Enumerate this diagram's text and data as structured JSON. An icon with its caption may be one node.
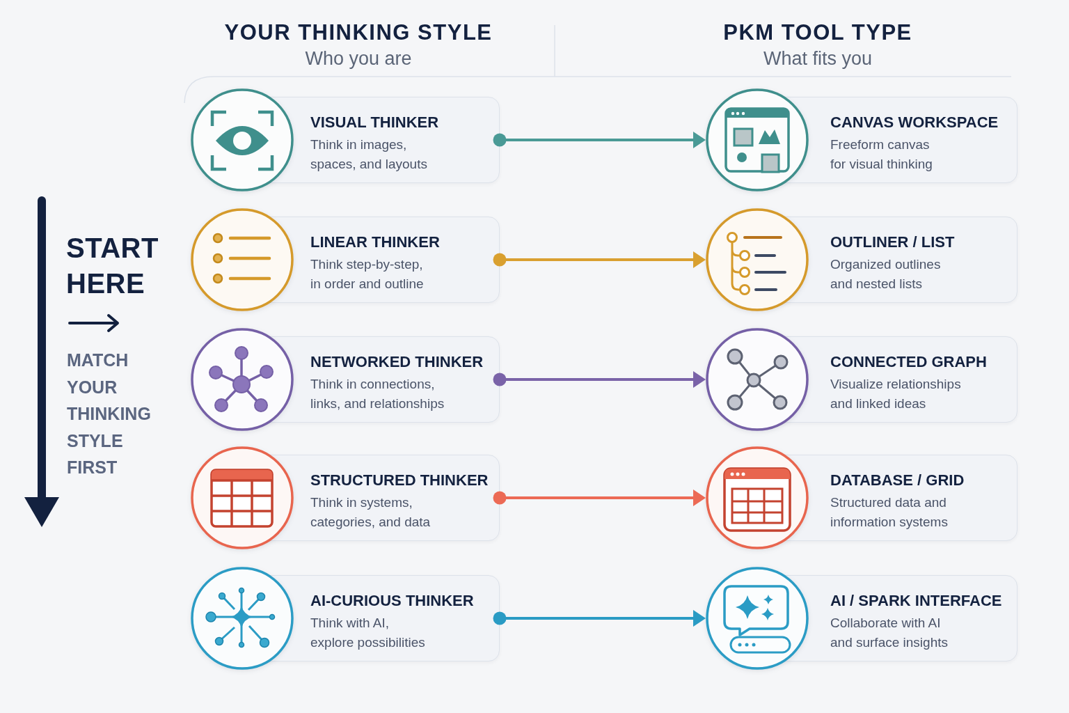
{
  "diagram": {
    "nodes": [
      {
        "text": [
          "VISUAL THINKER",
          "Think in images, spaces, and layouts"
        ]
      },
      {
        "text": [
          "CANVAS WORKSPACE",
          "Freeform canvas for visual thinking"
        ]
      },
      {
        "text": [
          "LINEAR THINKER",
          "Think step-by-step, in order and outline"
        ]
      },
      {
        "text": [
          "OUTLINER / LIST",
          "Organized outlines and nested lists"
        ]
      },
      {
        "text": [
          "NETWORKED THINKER",
          "Think in connections, links, and relationships"
        ]
      },
      {
        "text": [
          "CONNECTED GRAPH",
          "Visualize relationships and linked ideas"
        ]
      },
      {
        "text": [
          "STRUCTURED THINKER",
          "Think in systems, categories, and data"
        ]
      },
      {
        "text": [
          "DATABASE / GRID",
          "Structured data and information systems"
        ]
      },
      {
        "text": [
          "AI-CURIOUS THINKER",
          "Think with AI, explore possibilities"
        ]
      },
      {
        "text": [
          "AI / SPARK INTERFACE",
          "Collaborate with AI and surface insights"
        ]
      }
    ],
    "edges": [
      {
        "from": 0,
        "to": 1,
        "arrow": "to",
        "color": "#4a9a96"
      },
      {
        "from": 2,
        "to": 3,
        "arrow": "to",
        "color": "#d9a030"
      },
      {
        "from": 4,
        "to": 5,
        "arrow": "to",
        "color": "#7a63a8"
      },
      {
        "from": 6,
        "to": 7,
        "arrow": "to",
        "color": "#ec6a55"
      },
      {
        "from": 8,
        "to": 9,
        "arrow": "to",
        "color": "#2a9bc4"
      }
    ],
    "labels": [
      "YOUR THINKING STYLE",
      "Who you are",
      "PKM TOOL TYPE",
      "What fits you",
      "START HERE",
      "MATCH YOUR THINKING STYLE FIRST"
    ]
  }
}
